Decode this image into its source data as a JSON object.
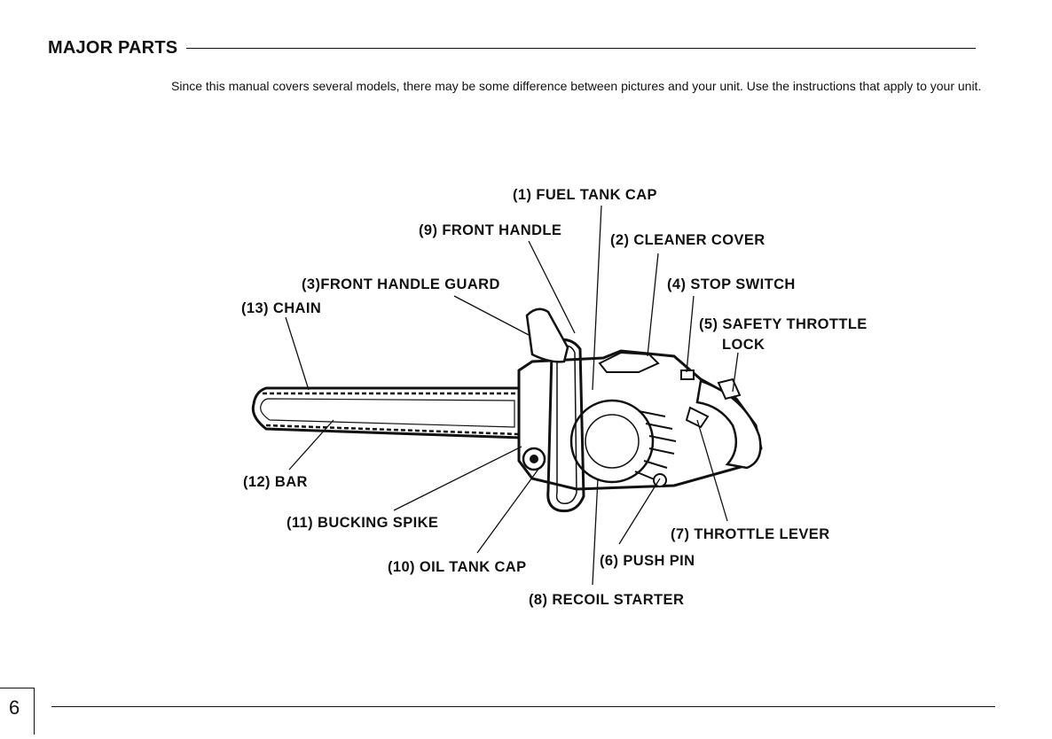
{
  "section": {
    "title": "MAJOR PARTS"
  },
  "intro": {
    "text": "Since this manual covers several models, there may be some difference between pictures and your unit. Use the instructions that apply to your unit."
  },
  "diagram": {
    "subject": "chainsaw-illustration",
    "labels": {
      "fuel_tank_cap": "(1) FUEL TANK CAP",
      "front_handle": "(9) FRONT HANDLE",
      "cleaner_cover": "(2) CLEANER COVER",
      "front_handle_guard": "(3)FRONT HANDLE GUARD",
      "stop_switch": "(4) STOP SWITCH",
      "chain": "(13) CHAIN",
      "safety_throttle_lock_line1": "(5) SAFETY THROTTLE",
      "safety_throttle_lock_line2": "LOCK",
      "bar": "(12) BAR",
      "bucking_spike": "(11) BUCKING SPIKE",
      "throttle_lever": "(7) THROTTLE LEVER",
      "oil_tank_cap": "(10) OIL TANK CAP",
      "push_pin": "(6) PUSH PIN",
      "recoil_starter": "(8) RECOIL STARTER"
    }
  },
  "footer": {
    "page_number": "6"
  }
}
